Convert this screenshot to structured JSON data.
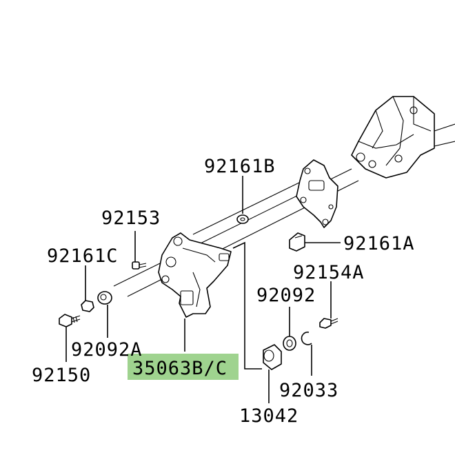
{
  "labels": {
    "p92161B": "92161B",
    "p92153": "92153",
    "p92161C": "92161C",
    "p92161A": "92161A",
    "p92154A": "92154A",
    "p92092": "92092",
    "p92092A": "92092A",
    "p35063BC": "35063B/C",
    "p92150": "92150",
    "p92033": "92033",
    "p13042": "13042"
  },
  "colors": {
    "highlight": "#9fd38f",
    "ink": "#000000",
    "background": "#ffffff"
  }
}
